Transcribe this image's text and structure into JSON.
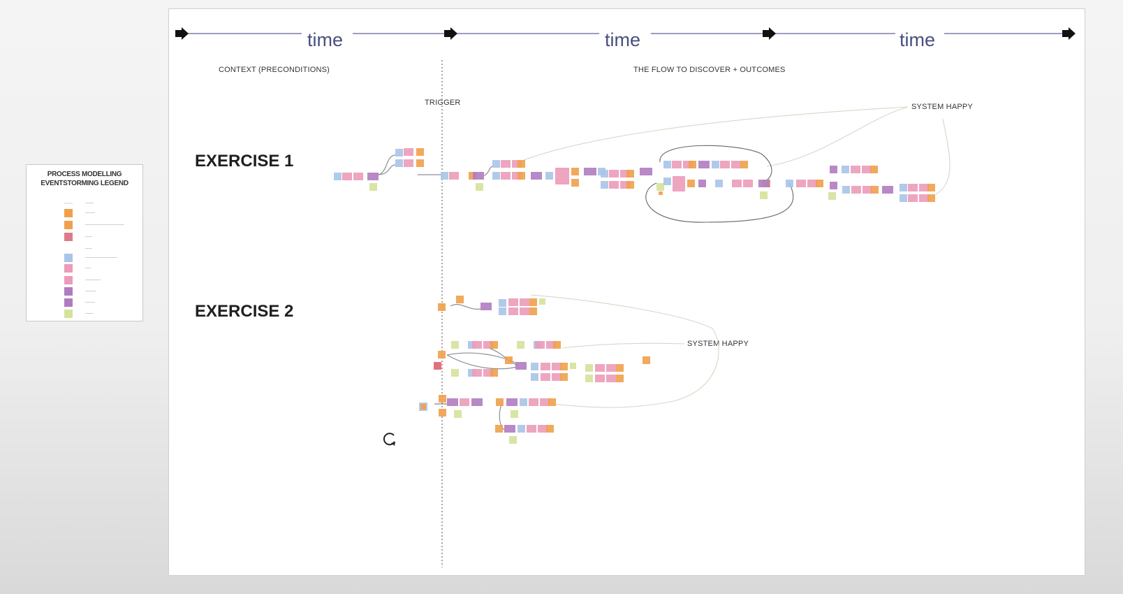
{
  "legend": {
    "title_line1": "PROCESS MODELLING",
    "title_line2": "EVENTSTORMING LEGEND",
    "rows": [
      {
        "color": "#e8e8e8"
      },
      {
        "color": "#f0a04b"
      },
      {
        "color": "#f0a04b"
      },
      {
        "color": "#e07a8a"
      },
      {
        "color": "#ffffff"
      },
      {
        "color": "#a9c4e8"
      },
      {
        "color": "#ec9bb9"
      },
      {
        "color": "#ec9bb9"
      },
      {
        "color": "#b07cc0"
      },
      {
        "color": "#b07cc0"
      },
      {
        "color": "#d4e29a"
      }
    ]
  },
  "board": {
    "time_label": "time",
    "context_label": "CONTEXT (PRECONDITIONS)",
    "flow_label": "THE FLOW TO DISCOVER + OUTCOMES",
    "trigger_label": "TRIGGER",
    "exercise1_label": "EXERCISE 1",
    "exercise2_label": "EXERCISE 2",
    "system_happy_1": "SYSTEM HAPPY",
    "system_happy_2": "SYSTEM HAPPY"
  },
  "colors": {
    "orange": "#f0a04b",
    "pink": "#ec9bb9",
    "purple": "#b07cc0",
    "blue": "#a9c4e8",
    "yellow_green": "#d4e29a",
    "red": "#e0626f",
    "time_text": "#4a4f7c"
  },
  "icons": [
    "arrow-right-icon",
    "refresh-cursor-icon"
  ]
}
